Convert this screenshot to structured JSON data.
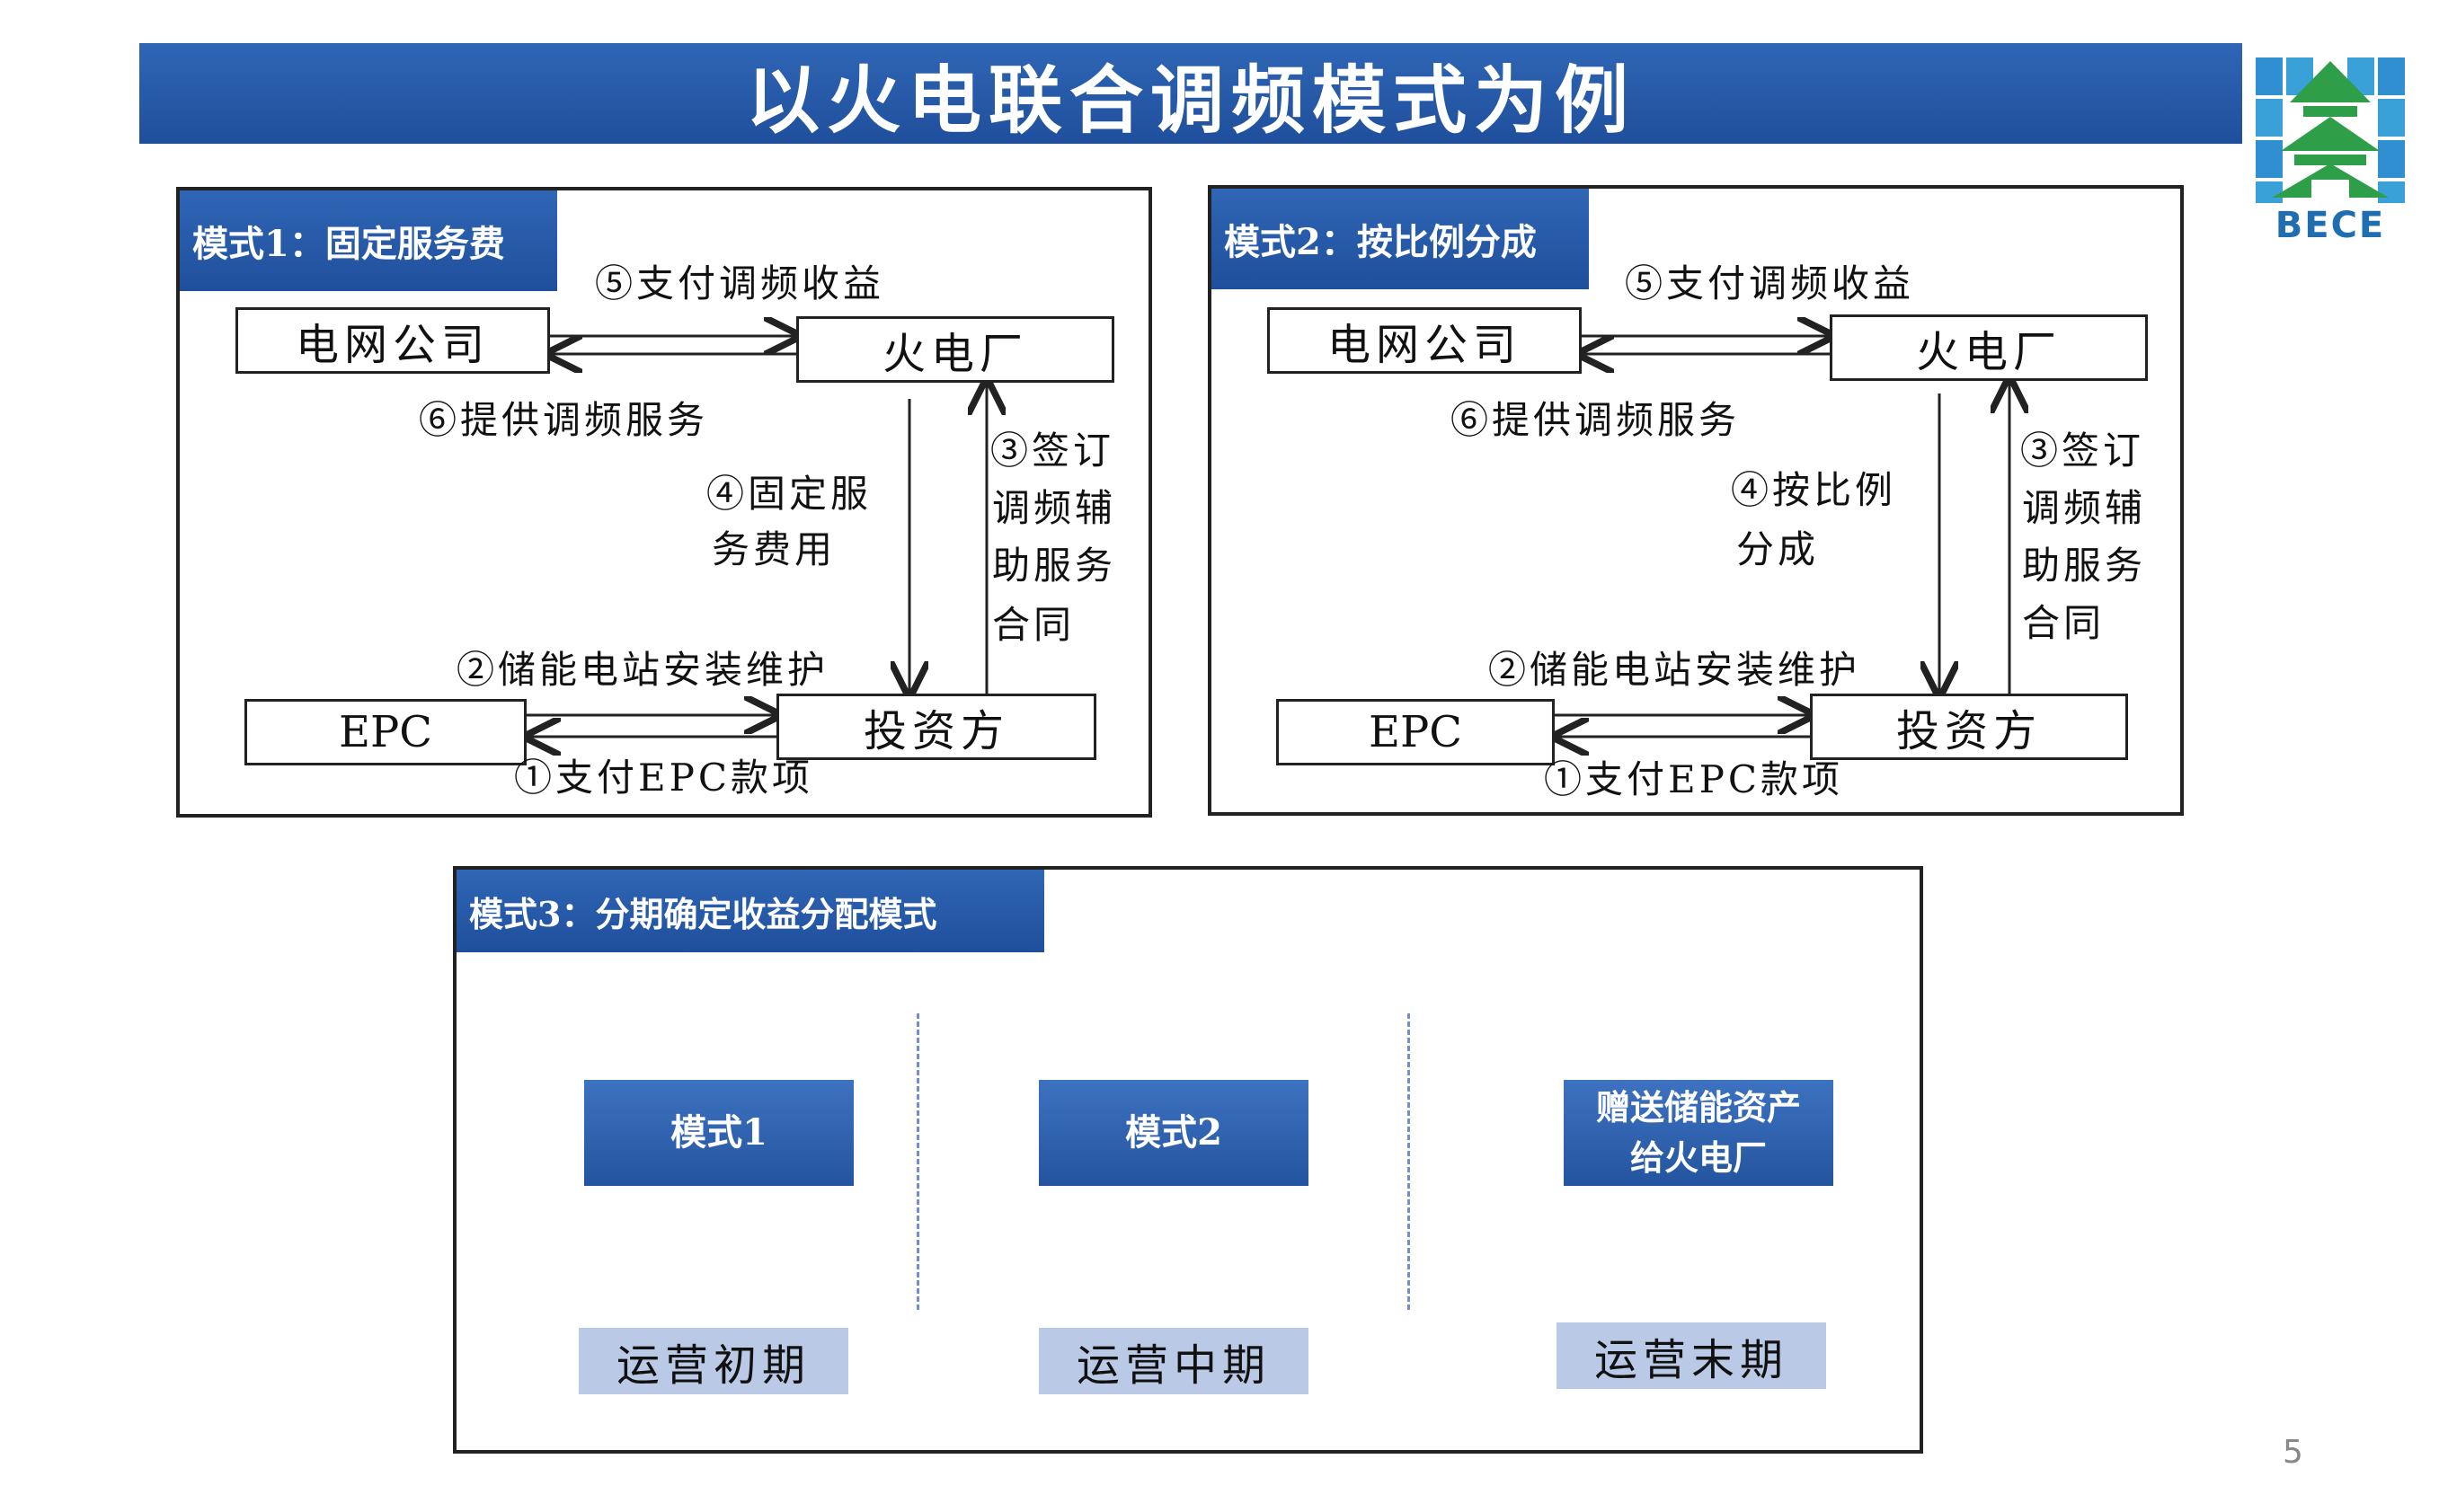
{
  "title": "以火电联合调频模式为例",
  "logo": {
    "text": "BECE",
    "accent": "#1f6fb0",
    "green": "#2e9e48"
  },
  "colors": {
    "brand_blue": "#2456a4",
    "phase_bg": "#b9c9e6"
  },
  "panel1": {
    "tag": "模式1：固定服务费",
    "grid": "电网公司",
    "plant": "火电厂",
    "epc": "EPC",
    "investor": "投资方",
    "step5": "⑤支付调频收益",
    "step6": "⑥提供调频服务",
    "step4": [
      "④固定服",
      "务费用"
    ],
    "step3": [
      "③签订",
      "调频辅",
      "助服务",
      "合同"
    ],
    "step2": "②储能电站安装维护",
    "step1": "①支付EPC款项"
  },
  "panel2": {
    "tag": "模式2：按比例分成",
    "grid": "电网公司",
    "plant": "火电厂",
    "epc": "EPC",
    "investor": "投资方",
    "step5": "⑤支付调频收益",
    "step6": "⑥提供调频服务",
    "step4": [
      "④按比例",
      "分成"
    ],
    "step3": [
      "③签订",
      "调频辅",
      "助服务",
      "合同"
    ],
    "step2": "②储能电站安装维护",
    "step1": "①支付EPC款项"
  },
  "panel3": {
    "tag": "模式3：分期确定收益分配模式",
    "modes": [
      "模式1",
      "模式2",
      "赠送储能资产给火电厂"
    ],
    "phases": [
      "运营初期",
      "运营中期",
      "运营末期"
    ]
  },
  "page_number": "5"
}
